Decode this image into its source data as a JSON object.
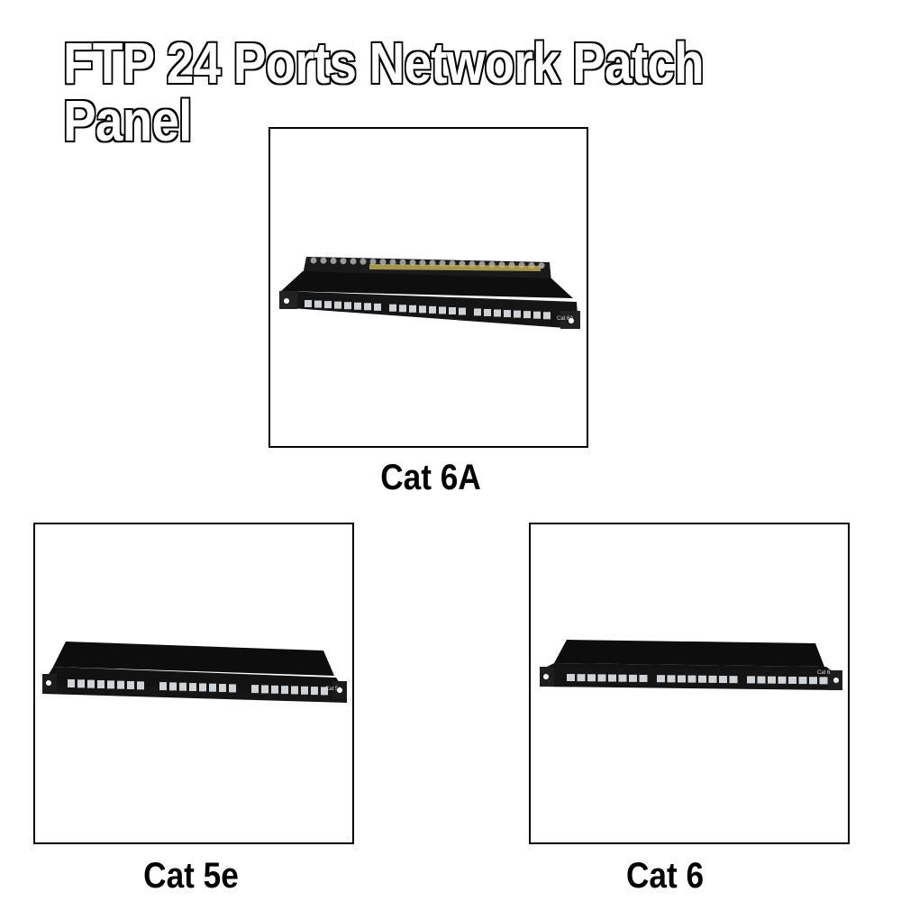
{
  "header": {
    "title": "FTP 24 Ports Network Patch Panel"
  },
  "products": [
    {
      "caption": "Cat 6A",
      "panel_label": "Cat 6A"
    },
    {
      "caption": "Cat 5e",
      "panel_label": "Cat 5e"
    },
    {
      "caption": "Cat 6",
      "panel_label": "Cat 6"
    }
  ],
  "colors": {
    "panel_body": "#111111",
    "port": "#cfd3d6",
    "outline": "#000000",
    "title_fill": "#ffffff"
  }
}
